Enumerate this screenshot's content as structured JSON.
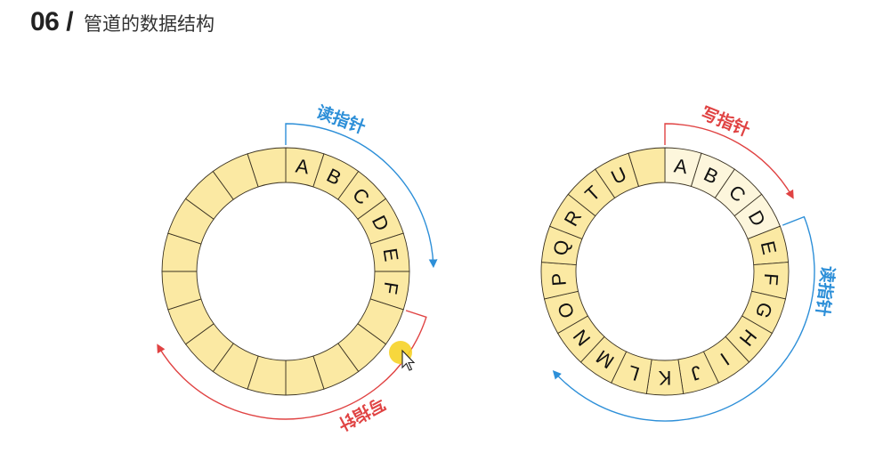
{
  "header": {
    "number": "06 /",
    "title": "管道的数据结构"
  },
  "colors": {
    "segment_fill": "#fbe9a3",
    "segment_faded_fill": "#fdf6dc",
    "segment_stroke": "#3a3222",
    "read_pointer": "#2d8fd8",
    "write_pointer": "#e04343",
    "cursor_highlight": "#f6d328"
  },
  "rings": [
    {
      "segment_count": 20,
      "filled_letters": [
        "A",
        "B",
        "C",
        "D",
        "E",
        "F"
      ],
      "faded_letters": [],
      "read_pointer": {
        "label": "读指针",
        "at_segment": 0
      },
      "write_pointer": {
        "label": "写指针",
        "at_segment": 6
      }
    },
    {
      "segment_count": 21,
      "filled_letters": [
        "E",
        "F",
        "G",
        "H",
        "I",
        "J",
        "K",
        "L",
        "M",
        "N",
        "O",
        "P",
        "Q",
        "R",
        "T",
        "U"
      ],
      "faded_letters": [
        "A",
        "B",
        "C",
        "D"
      ],
      "write_pointer": {
        "label": "写指针",
        "at_segment": 0
      },
      "read_pointer": {
        "label": "读指针",
        "at_segment": 4
      }
    }
  ]
}
